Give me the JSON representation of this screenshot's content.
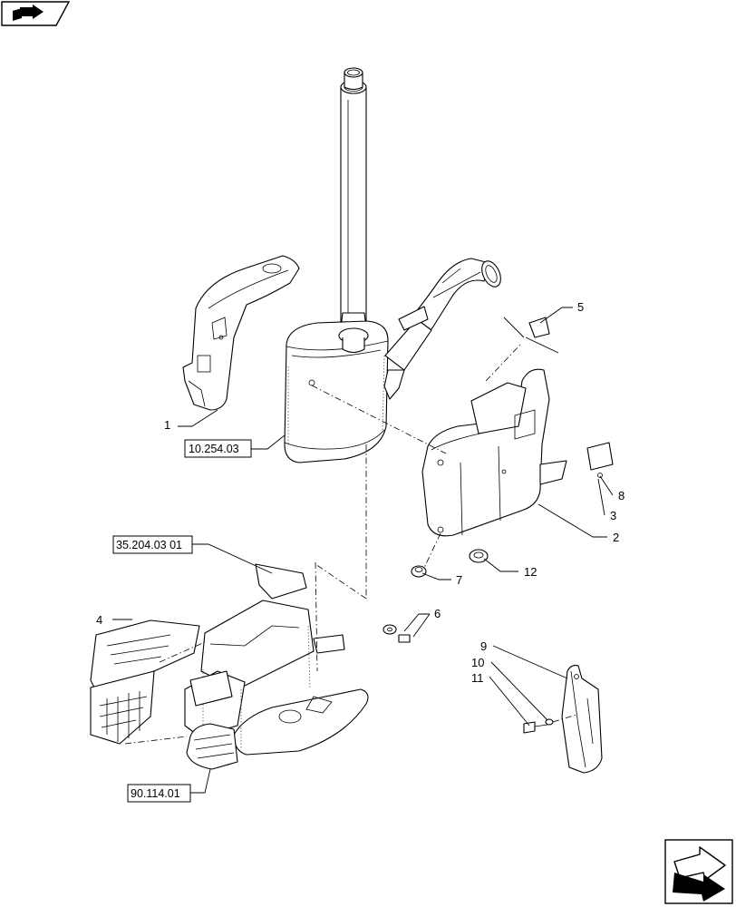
{
  "icons": {
    "top_left": "book-arrow-icon",
    "bottom_right": "next-page-arrow-icon"
  },
  "callouts": {
    "c1": "1",
    "c2": "2",
    "c3": "3",
    "c4": "4",
    "c5": "5",
    "c6": "6",
    "c7": "7",
    "c8": "8",
    "c9": "9",
    "c10": "10",
    "c11": "11",
    "c12": "12"
  },
  "references": {
    "muffler": "10.254.03",
    "frame": "35.204.03 01",
    "step": "90.114.01"
  }
}
